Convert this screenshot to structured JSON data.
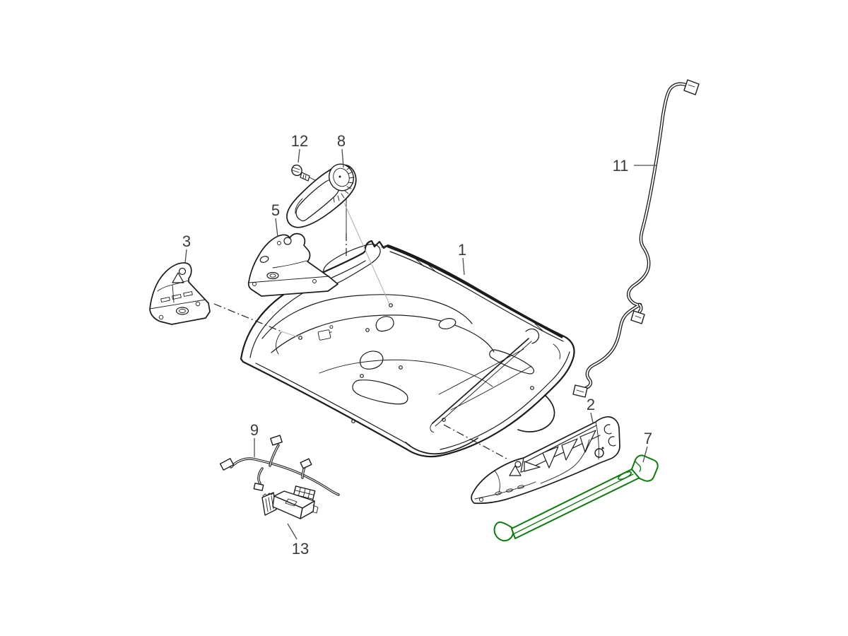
{
  "diagram": {
    "figure_type": "exploded-parts-diagram",
    "highlighted_part": "7",
    "colors": {
      "bg": "#ffffff",
      "line": "#1b1b1b",
      "label": "#3a3a3a",
      "leader": "#4a4a4a",
      "ghost": "#b3b3b3",
      "highlight": "#0a7c0a"
    },
    "callouts": {
      "part1": "1",
      "part2": "2",
      "part3": "3",
      "part5": "5",
      "part7": "7",
      "part8": "8",
      "part9": "9",
      "part11": "11",
      "part12": "12",
      "part13": "13"
    }
  }
}
